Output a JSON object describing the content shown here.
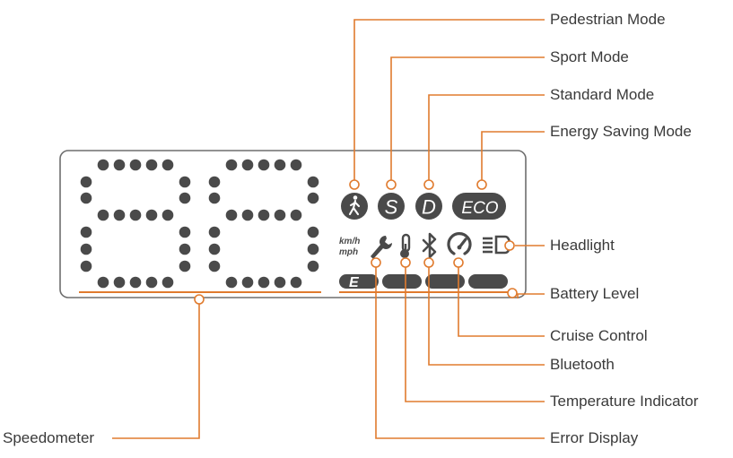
{
  "colors": {
    "accent": "#e07b2e",
    "segment": "#4a4a4a",
    "panel_border": "#6e6e6e",
    "label_text": "#3a3a3a"
  },
  "display": {
    "unit_top": "km/h",
    "unit_bottom": "mph",
    "error_letter": "E",
    "mode_icons": {
      "pedestrian": "walking-person-icon",
      "sport": "S",
      "standard": "D",
      "energy_saving": "ECO"
    },
    "status_icons": [
      "wrench-icon",
      "thermometer-icon",
      "bluetooth-icon",
      "gauge-icon",
      "headlight-icon"
    ],
    "battery_segments": 4
  },
  "labels": {
    "pedestrian": "Pedestrian Mode",
    "sport": "Sport Mode",
    "standard": "Standard Mode",
    "energy_saving": "Energy Saving Mode",
    "headlight": "Headlight",
    "battery": "Battery Level",
    "cruise": "Cruise Control",
    "bluetooth": "Bluetooth",
    "temperature": "Temperature Indicator",
    "error": "Error Display",
    "speedometer": "Speedometer"
  }
}
